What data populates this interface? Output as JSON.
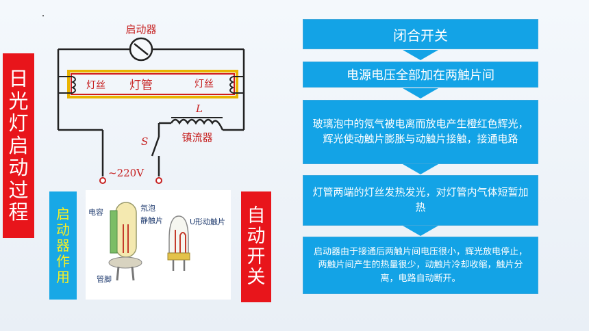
{
  "left_title": {
    "chars": [
      "日",
      "光",
      "灯",
      "启",
      "动",
      "过",
      "程"
    ],
    "color": "#e8151b"
  },
  "circuit": {
    "starter_label": "启动器",
    "filament_left": "灯丝",
    "tube_label": "灯管",
    "filament_right": "灯丝",
    "inductor_symbol": "L",
    "ballast_label": "镇流器",
    "switch_symbol": "S",
    "voltage_label": "~220V"
  },
  "starter_role": {
    "chars": [
      "启",
      "动",
      "器",
      "作",
      "用"
    ],
    "bg": "#18a8e6",
    "text_color": "#f7ef22"
  },
  "photo": {
    "label_capacitor": "电容",
    "label_neon_bulb": "氖泡",
    "label_static_contact": "静触片",
    "label_u_contact": "U形动触片",
    "label_pins": "管脚"
  },
  "auto_switch": {
    "chars": [
      "自",
      "动",
      "开",
      "关"
    ],
    "color": "#e8151b"
  },
  "flow": {
    "steps": [
      "闭合开关",
      "电源电压全部加在两触片间",
      "玻璃泡中的氖气被电离而放电产生橙红色辉光，辉光使动触片膨胀与动触片接触，接通电路",
      "灯管两端的灯丝发热发光，对灯管内气体短暂加热",
      "启动器由于接通后两触片间电压很小，辉光放电停止，两触片间产生的热量很少，动触片冷却收缩，触片分离，电路自动断开。"
    ],
    "box_color": "#13a3e6"
  }
}
